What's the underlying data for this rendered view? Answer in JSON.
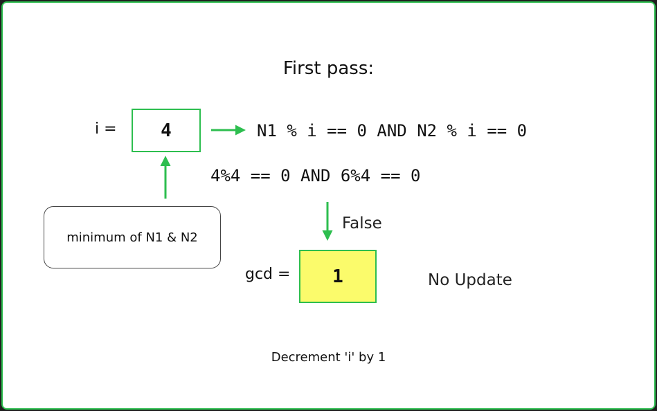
{
  "title": "First pass:",
  "i_label": "i =",
  "i_value": "4",
  "condition": "N1 % i == 0 AND N2 % i == 0",
  "evaluation": "4%4 == 0 AND 6%4 == 0",
  "branch_label": "False",
  "callout": "minimum of N1 & N2",
  "gcd_label": "gcd =",
  "gcd_value": "1",
  "gcd_note": "No Update",
  "footer": "Decrement 'i' by 1",
  "colors": {
    "accent": "#2dbe4f",
    "highlight": "#fbfb6b",
    "border": "#2dbe4f"
  }
}
